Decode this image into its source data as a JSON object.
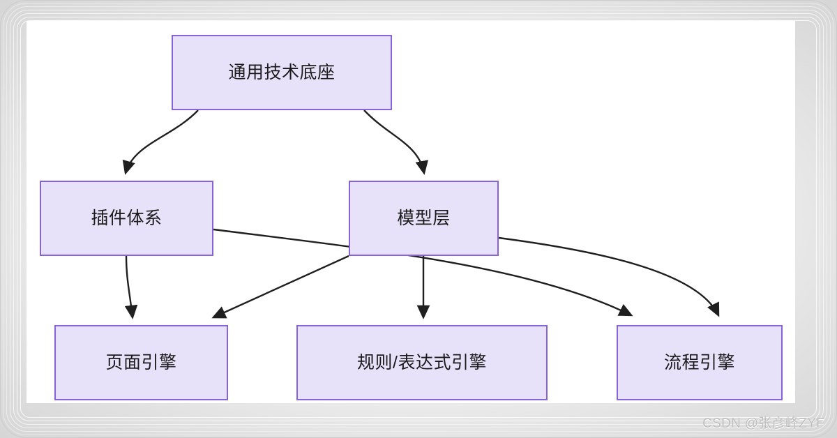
{
  "diagram": {
    "type": "flowchart",
    "direction": "top-down",
    "watermark": "CSDN @张彦峰ZYF",
    "style": {
      "node_fill": "#e7e2fa",
      "node_stroke": "#8862d8",
      "edge_color": "#1f1f1f",
      "canvas_background": "#ffffff",
      "frame_background": "#eeeeee",
      "label_color": "#1b1b1b"
    },
    "nodes": [
      {
        "id": "platform",
        "label": "通用技术底座",
        "layer": 1
      },
      {
        "id": "plugin",
        "label": "插件体系",
        "layer": 2
      },
      {
        "id": "model",
        "label": "模型层",
        "layer": 2
      },
      {
        "id": "page",
        "label": "页面引擎",
        "layer": 3
      },
      {
        "id": "rule",
        "label": "规则/表达式引擎",
        "layer": 3
      },
      {
        "id": "flow",
        "label": "流程引擎",
        "layer": 3
      }
    ],
    "edges": [
      {
        "from": "platform",
        "to": "plugin",
        "shape": "curve",
        "arrow": "end"
      },
      {
        "from": "platform",
        "to": "model",
        "shape": "curve",
        "arrow": "end"
      },
      {
        "from": "plugin",
        "to": "page",
        "shape": "curve",
        "arrow": "end"
      },
      {
        "from": "plugin",
        "to": "flow",
        "shape": "curve",
        "arrow": "end"
      },
      {
        "from": "model",
        "to": "page",
        "shape": "line",
        "arrow": "end"
      },
      {
        "from": "model",
        "to": "rule",
        "shape": "line",
        "arrow": "end"
      },
      {
        "from": "model",
        "to": "flow",
        "shape": "curve",
        "arrow": "end"
      }
    ]
  }
}
